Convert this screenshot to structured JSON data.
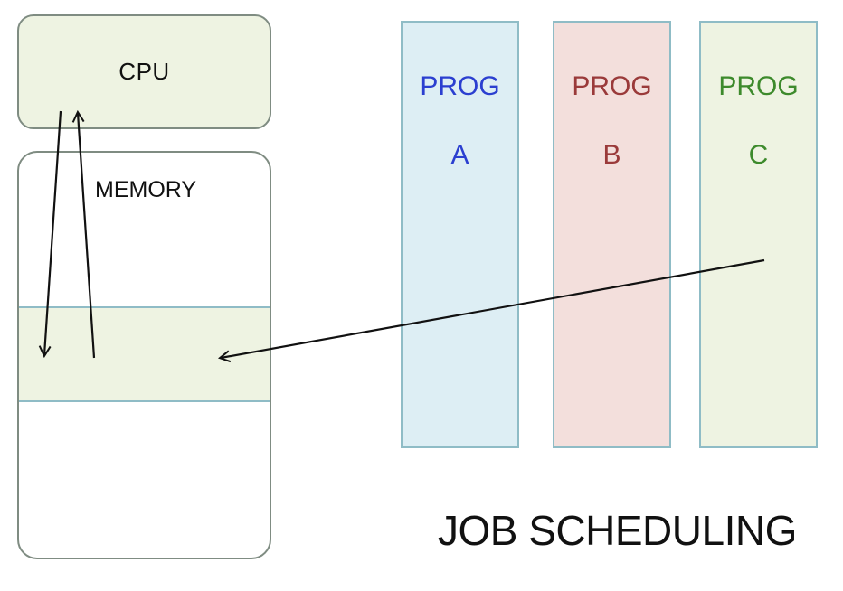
{
  "diagram": {
    "cpu": {
      "label": "CPU",
      "fill": "#eef3e2"
    },
    "memory": {
      "label": "MEMORY",
      "region_fill": "#eef3e2"
    },
    "programs": [
      {
        "line1": "PROG",
        "line2": "A",
        "text_color": "#2b3fd0",
        "fill": "#ddeef4"
      },
      {
        "line1": "PROG",
        "line2": "B",
        "text_color": "#9a3a3a",
        "fill": "#f3dfdc"
      },
      {
        "line1": "PROG",
        "line2": "C",
        "text_color": "#3d8a2c",
        "fill": "#eef3e2"
      }
    ],
    "title": "JOB SCHEDULING"
  }
}
